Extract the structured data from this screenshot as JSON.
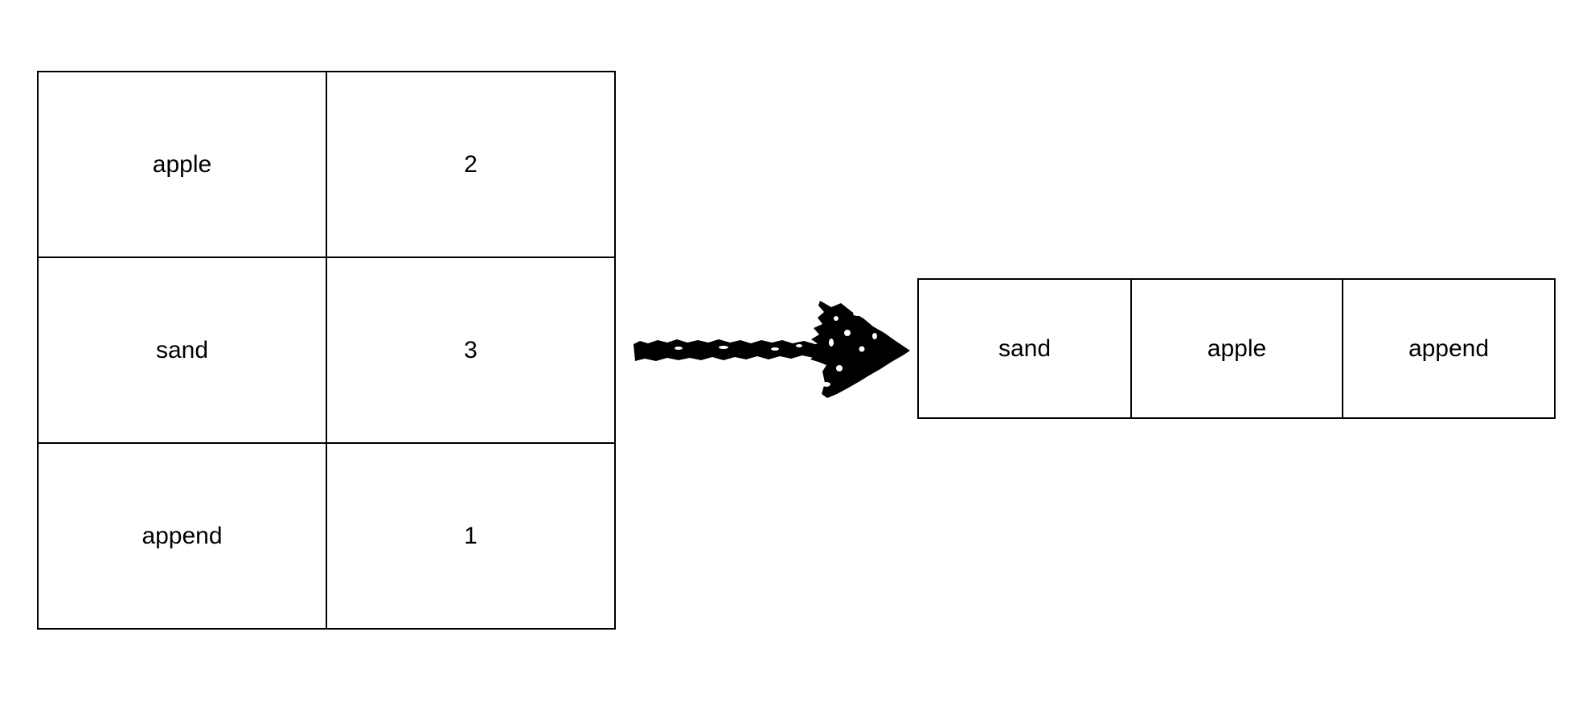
{
  "diagram": {
    "source_table": {
      "name": "word-count-table",
      "columns": 2,
      "rows": [
        {
          "key": "apple",
          "value": "2"
        },
        {
          "key": "sand",
          "value": "3"
        },
        {
          "key": "append",
          "value": "1"
        }
      ]
    },
    "arrow": {
      "icon": "arrow-right-sketch-icon",
      "direction": "right",
      "style": "hand-drawn",
      "color": "#000000"
    },
    "result_table": {
      "name": "sorted-words-row",
      "columns": 3,
      "cells": [
        "sand",
        "apple",
        "append"
      ]
    },
    "colors": {
      "background": "#ffffff",
      "stroke": "#000000",
      "text": "#000000"
    }
  }
}
